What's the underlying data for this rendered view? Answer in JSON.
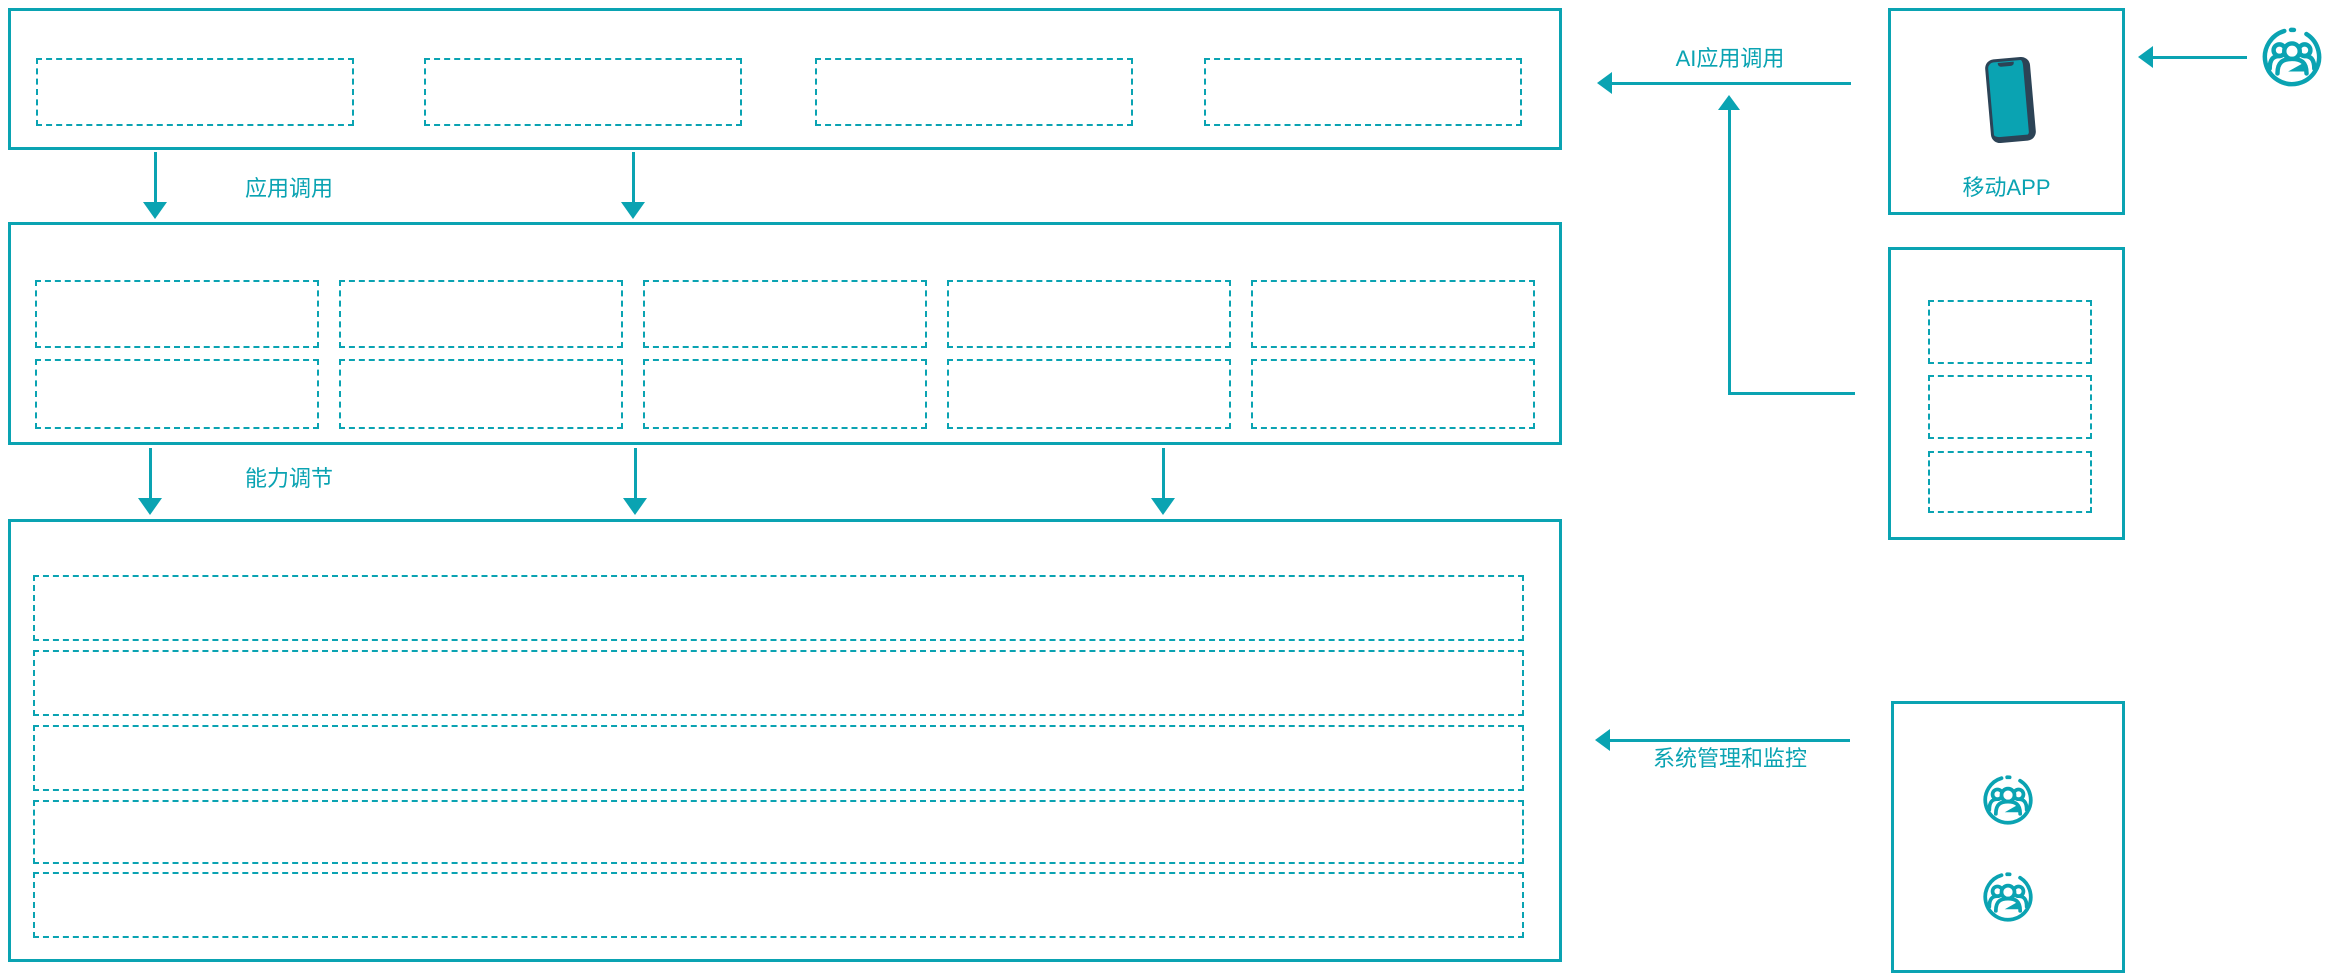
{
  "diagram": {
    "title": "AI capability platform architecture diagram",
    "colors": {
      "teal": "#0AA3B2",
      "navy": "#2C4356",
      "background": "#ffffff"
    },
    "labels": {
      "app_call": "应用调用",
      "capability_tuning": "能力调节",
      "ai_app_call": "AI应用调用",
      "mobile_app": "移动APP",
      "system_management": "系统管理和监控"
    },
    "layers": {
      "top_layer": {
        "placeholder_count": 4
      },
      "middle_layer": {
        "placeholder_rows": 2,
        "placeholder_cols": 5
      },
      "bottom_layer": {
        "placeholder_rows": 5
      }
    },
    "right_column": {
      "mobile_app_box": {
        "label": "移动APP",
        "icon": "smartphone-icon"
      },
      "sdk_box": {
        "placeholder_count": 3
      },
      "admin_box": {
        "icons": [
          "user-group-icon",
          "user-group-icon"
        ]
      },
      "external_user": {
        "icon": "user-group-icon"
      }
    },
    "arrows": {
      "top_to_middle": {
        "count": 2,
        "label": "应用调用"
      },
      "middle_to_bottom": {
        "count": 3,
        "label": "能力调节"
      },
      "ai_app_call_arrow": {
        "direction": "left",
        "label": "AI应用调用"
      },
      "system_management_arrow": {
        "direction": "left",
        "label": "系统管理和监控"
      },
      "user_to_app_arrow": {
        "direction": "left"
      },
      "sdk_to_top_elbow": {
        "direction": "up"
      }
    }
  }
}
